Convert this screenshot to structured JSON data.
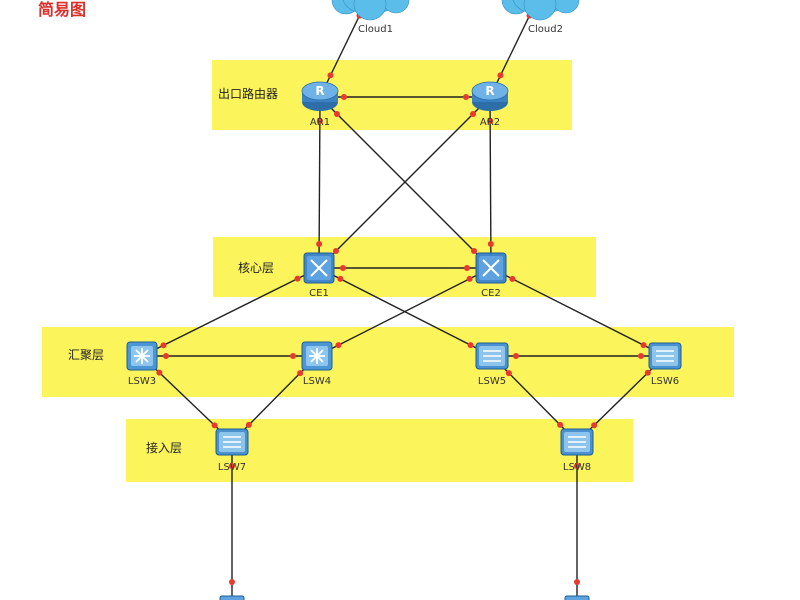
{
  "title": "简易图",
  "colors": {
    "band": "#fbf45a",
    "link": "#222222",
    "port": "#e8392f",
    "device": "#4f93cf",
    "cloud": "#5bbde9"
  },
  "bands": [
    {
      "label": "出口路由器"
    },
    {
      "label": "核心层"
    },
    {
      "label": "汇聚层"
    },
    {
      "label": "接入层"
    }
  ],
  "clouds": [
    {
      "label": "Cloud1",
      "icon": "cloud-icon"
    },
    {
      "label": "Cloud2",
      "icon": "cloud-icon"
    }
  ],
  "devices": [
    {
      "label": "AR1",
      "kind": "router",
      "icon": "router-icon"
    },
    {
      "label": "AR2",
      "kind": "router",
      "icon": "router-icon"
    },
    {
      "label": "CE1",
      "kind": "core-switch",
      "icon": "core-switch-icon"
    },
    {
      "label": "CE2",
      "kind": "core-switch",
      "icon": "core-switch-icon"
    },
    {
      "label": "LSW3",
      "kind": "l3-switch",
      "icon": "l3-switch-icon"
    },
    {
      "label": "LSW4",
      "kind": "l3-switch",
      "icon": "l3-switch-icon"
    },
    {
      "label": "LSW5",
      "kind": "l2-switch",
      "icon": "l2-switch-icon"
    },
    {
      "label": "LSW6",
      "kind": "l2-switch",
      "icon": "l2-switch-icon"
    },
    {
      "label": "LSW7",
      "kind": "l2-switch",
      "icon": "l2-switch-icon"
    },
    {
      "label": "LSW8",
      "kind": "l2-switch",
      "icon": "l2-switch-icon"
    }
  ],
  "links": [
    [
      "Cloud1",
      "AR1"
    ],
    [
      "Cloud2",
      "AR2"
    ],
    [
      "AR1",
      "AR2"
    ],
    [
      "AR1",
      "CE1"
    ],
    [
      "AR1",
      "CE2"
    ],
    [
      "AR2",
      "CE1"
    ],
    [
      "AR2",
      "CE2"
    ],
    [
      "CE1",
      "CE2"
    ],
    [
      "CE1",
      "LSW3"
    ],
    [
      "CE1",
      "LSW5"
    ],
    [
      "CE2",
      "LSW4"
    ],
    [
      "CE2",
      "LSW6"
    ],
    [
      "LSW3",
      "LSW4"
    ],
    [
      "LSW5",
      "LSW6"
    ],
    [
      "LSW3",
      "LSW7"
    ],
    [
      "LSW4",
      "LSW7"
    ],
    [
      "LSW5",
      "LSW8"
    ],
    [
      "LSW6",
      "LSW8"
    ],
    [
      "LSW7",
      "PC-left"
    ],
    [
      "LSW8",
      "PC-right"
    ]
  ]
}
